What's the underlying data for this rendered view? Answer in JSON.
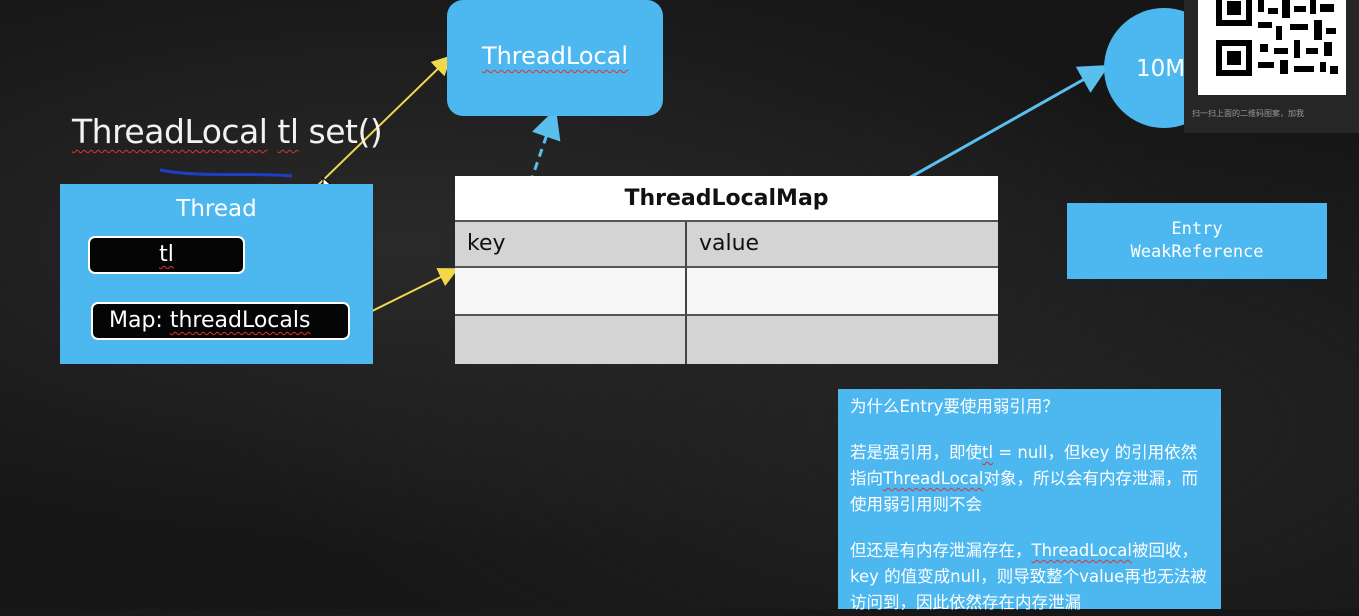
{
  "heading": {
    "class_name": "ThreadLocal",
    "var": "tl",
    "method": "set()"
  },
  "threadlocal_box": {
    "label": "ThreadLocal"
  },
  "thread_box": {
    "title": "Thread",
    "field_tl": "tl",
    "field_map_prefix": "Map: ",
    "field_map_name": "threadLocals"
  },
  "map_table": {
    "title": "ThreadLocalMap",
    "col_key": "key",
    "col_value": "value",
    "rows": [
      [
        "",
        ""
      ],
      [
        "",
        ""
      ]
    ]
  },
  "entry_box": {
    "line1": "Entry",
    "line2": "WeakReference"
  },
  "memory_circle": {
    "label": "10M"
  },
  "qr_panel": {
    "caption": "扫一扫上面的二维码图案，加我"
  },
  "note": {
    "question": "为什么Entry要使用弱引用？",
    "p1_a": "若是强引用，即使",
    "p1_b": "tl",
    "p1_c": " = null，但key 的引用依然指向",
    "p1_d": "ThreadLocal",
    "p1_e": "对象，所以会有内存泄漏，而使用弱引用则不会",
    "p2_a": "但还是有内存泄漏存在，",
    "p2_b": "ThreadLocal",
    "p2_c": "被回收，key 的值变成null，则导致整个value再也无法被访问到，因此依然存在内存泄漏"
  },
  "colors": {
    "box_blue": "#4db8f0",
    "arrow_yellow": "#f0d84a",
    "arrow_blue": "#5bbfee",
    "background": "#161616"
  }
}
